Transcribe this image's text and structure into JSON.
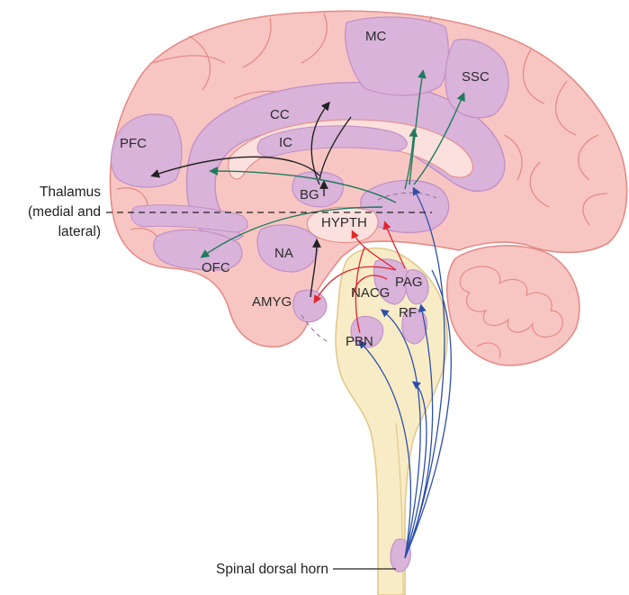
{
  "figure": {
    "regions": {
      "mc": "MC",
      "ssc": "SSC",
      "cc": "CC",
      "ic": "IC",
      "pfc": "PFC",
      "bg": "BG",
      "hypth": "HYPTH",
      "na": "NA",
      "ofc": "OFC",
      "amyg": "AMYG",
      "pag": "PAG",
      "nacg": "NACG",
      "rf": "RF",
      "pbn": "PBN"
    },
    "thalamus_label": [
      "Thalamus",
      "(medial and",
      "lateral)"
    ],
    "spinal_label": "Spinal dorsal horn"
  },
  "colors": {
    "cortex": "#f7c6c3",
    "cortex_outline": "#e58b86",
    "limbic": "#d9b3d9",
    "limbic_outline": "#c28fc6",
    "brainstem": "#f8ecc7",
    "brainstem_outline": "#e0c98c",
    "white_matter": "#fbe0dd",
    "path_black": "#222222",
    "path_green": "#1f7a5c",
    "path_blue": "#2e4fa8",
    "path_red": "#e0262c"
  }
}
